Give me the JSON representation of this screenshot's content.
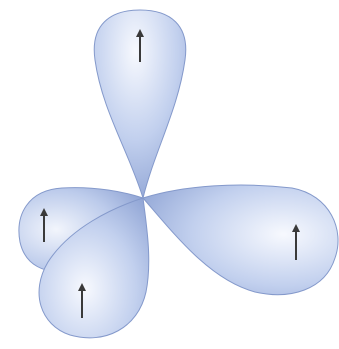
{
  "title": "",
  "colors": {
    "background": "#ffffff",
    "lobe_light": "#f7f9fe",
    "lobe_mid": "#c2d0ee",
    "lobe_dark": "#8ea3d4",
    "lobe_edge": "#8499cb",
    "arrow": "#3a3a3a"
  },
  "lobes": [
    {
      "name": "top-lobe",
      "spin": "up"
    },
    {
      "name": "left-lobe",
      "spin": "up"
    },
    {
      "name": "right-lobe",
      "spin": "up"
    },
    {
      "name": "bottom-lobe",
      "spin": "up"
    }
  ]
}
